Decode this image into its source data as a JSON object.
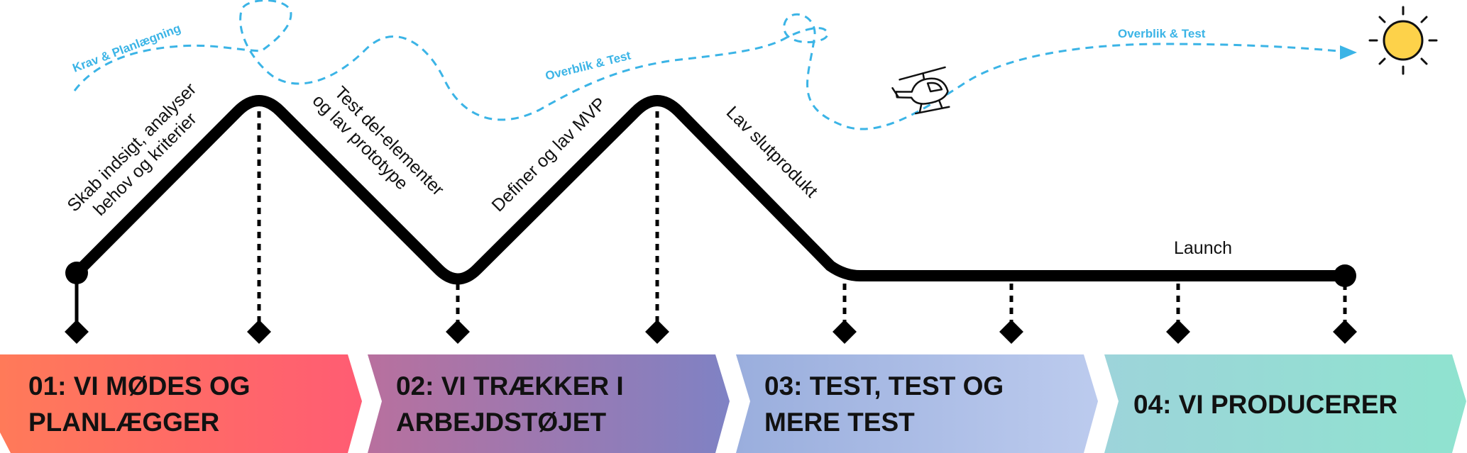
{
  "flight_labels": {
    "label_1": "Krav & Planlægning",
    "label_2": "Overblik & Test",
    "label_3": "Overblik & Test"
  },
  "path_labels": {
    "insight_line_1": "Skab indsigt, analyser",
    "insight_line_2": "behov og kriterier",
    "test_line_1": "Test del-elementer",
    "test_line_2": "og lav prototype",
    "mvp": "Definer og lav MVP",
    "final": "Lav slutprodukt",
    "launch": "Launch"
  },
  "phases": [
    {
      "line_1": "01: VI MØDES OG",
      "line_2": "PLANLÆGGER"
    },
    {
      "line_1": "02:  VI TRÆKKER I",
      "line_2": "ARBEJDSTØJET"
    },
    {
      "line_1": "03: TEST,  TEST OG",
      "line_2": "MERE TEST"
    },
    {
      "line_1": "04: VI PRODUCERER"
    }
  ],
  "colors": {
    "path": "#000000",
    "flight_path": "#3bb4e6",
    "sun": "#fdd24a",
    "phase_1": [
      "#ff7a59",
      "#ff5c73"
    ],
    "phase_2": [
      "#b8709e",
      "#7f82c4"
    ],
    "phase_3": [
      "#9aaedd",
      "#bccbee"
    ],
    "phase_4": [
      "#9dd4da",
      "#8fe3cf"
    ]
  },
  "icons": [
    "helicopter-icon",
    "sun-icon",
    "diamond-marker-icon"
  ]
}
